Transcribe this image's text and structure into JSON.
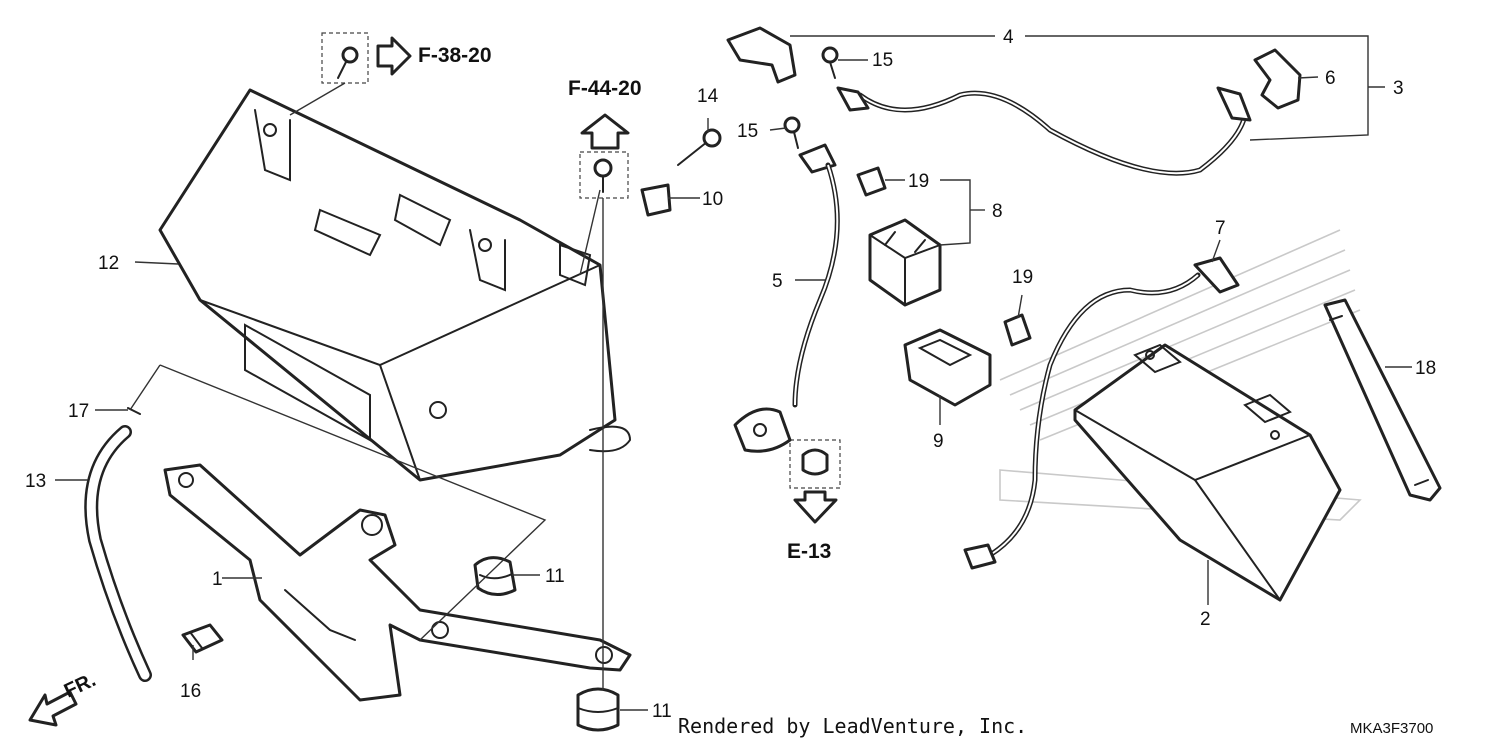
{
  "part_numbers": {
    "n1": "1",
    "n2": "2",
    "n3": "3",
    "n4": "4",
    "n5": "5",
    "n6": "6",
    "n7": "7",
    "n8": "8",
    "n9": "9",
    "n10": "10",
    "n11a": "11",
    "n11b": "11",
    "n12": "12",
    "n13": "13",
    "n14": "14",
    "n15a": "15",
    "n15b": "15",
    "n16": "16",
    "n17": "17",
    "n18": "18",
    "n19a": "19",
    "n19b": "19"
  },
  "references": {
    "f3820": "F-38-20",
    "f4420": "F-44-20",
    "e13": "E-13"
  },
  "front_marker": "FR.",
  "credit": "Rendered by LeadVenture, Inc.",
  "diagram_code": "MKA3F3700"
}
